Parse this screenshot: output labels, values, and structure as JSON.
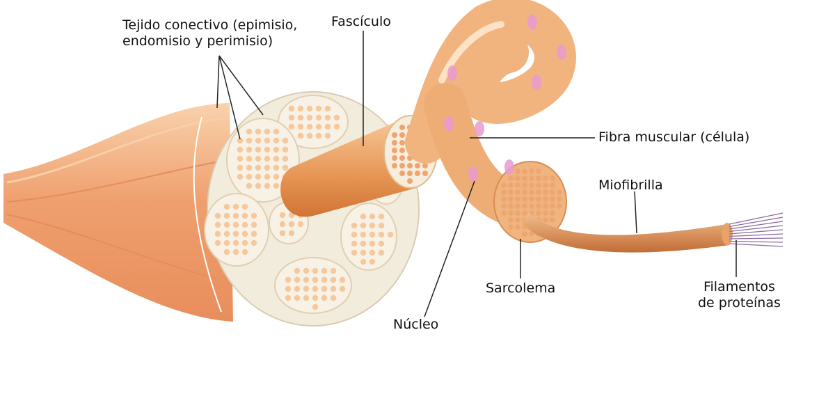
{
  "diagram": {
    "labels": {
      "connective_tissue_line1": "Tejido conectivo (epimisio,",
      "connective_tissue_line2": "endomisio y perimisio)",
      "fascicle": "Fascículo",
      "muscle_fiber": "Fibra muscular (célula)",
      "myofibril": "Miofibrilla",
      "sarcolemma": "Sarcolema",
      "nucleus": "Núcleo",
      "protein_filaments_line1": "Filamentos",
      "protein_filaments_line2": "de proteínas"
    },
    "colors": {
      "muscle_light": "#f6c89c",
      "muscle_mid": "#eea572",
      "muscle_dark": "#d8763c",
      "tissue_pale": "#f4efe3",
      "nucleus_pink": "#e79ad0",
      "filament_purple": "#8a6aa0"
    }
  }
}
